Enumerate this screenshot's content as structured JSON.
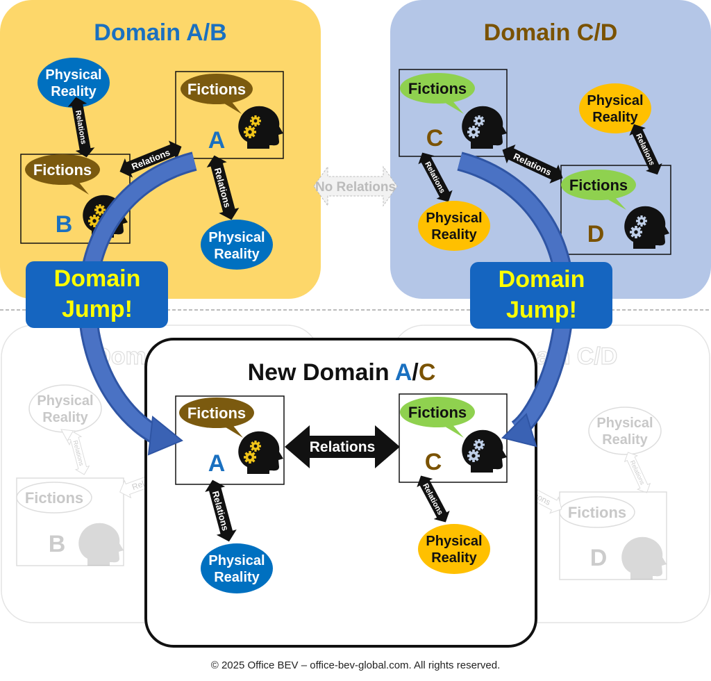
{
  "colors": {
    "domain_ab_bg": "#fdd76a",
    "domain_cd_bg": "#b4c6e7",
    "blue_text": "#1a70c0",
    "brown": "#7a5200",
    "fiction_brown": "#7b5a0f",
    "fiction_green": "#8fd14f",
    "reality_blue": "#0070c0",
    "reality_orange": "#ffc000",
    "jump_box": "#1565c0",
    "jump_text": "#ffff00",
    "faded": "#d0d0d0"
  },
  "top": {
    "domain_ab": {
      "title": "Domain A/B",
      "a_label": "A",
      "b_label": "B",
      "fictions_a": "Fictions",
      "fictions_b": "Fictions",
      "reality_top": [
        "Physical",
        "Reality"
      ],
      "reality_bottom": [
        "Physical",
        "Reality"
      ],
      "rel_vertical": "Relations",
      "rel_ab": "Relations",
      "rel_a_reality": "Relations"
    },
    "domain_cd": {
      "title": "Domain C/D",
      "c_label": "C",
      "d_label": "D",
      "fictions_c": "Fictions",
      "fictions_d": "Fictions",
      "reality_top": [
        "Physical",
        "Reality"
      ],
      "reality_bottom": [
        "Physical",
        "Reality"
      ],
      "rel_cd": "Relations",
      "rel_c_reality": "Relations",
      "rel_d_reality": "Relations"
    },
    "no_relations": "No Relations"
  },
  "jump": {
    "left": [
      "Domain",
      "Jump!"
    ],
    "right": [
      "Domain",
      "Jump!"
    ]
  },
  "bottom": {
    "ghost_ab": {
      "title": "Domain A/B",
      "reality": [
        "Physical",
        "Reality"
      ],
      "fictions": "Fictions",
      "b_label": "B",
      "rel_vertical": "Relations",
      "rel_horizontal": "Relations"
    },
    "ghost_cd": {
      "title": "Domain C/D",
      "reality": [
        "Physical",
        "Reality"
      ],
      "fictions": "Fictions",
      "d_label": "D",
      "rel_vertical": "Relations",
      "rel_horizontal": "Relations"
    },
    "new_domain": {
      "title_prefix": "New Domain ",
      "title_a": "A",
      "title_slash": "/",
      "title_c": "C",
      "a_label": "A",
      "c_label": "C",
      "fictions_a": "Fictions",
      "fictions_c": "Fictions",
      "relations": "Relations",
      "rel_a_reality": "Relations",
      "rel_c_reality": "Relations",
      "reality_a": [
        "Physical",
        "Reality"
      ],
      "reality_c": [
        "Physical",
        "Reality"
      ]
    }
  },
  "footer": "© 2025 Office BEV –  office-bev-global.com. All rights reserved."
}
